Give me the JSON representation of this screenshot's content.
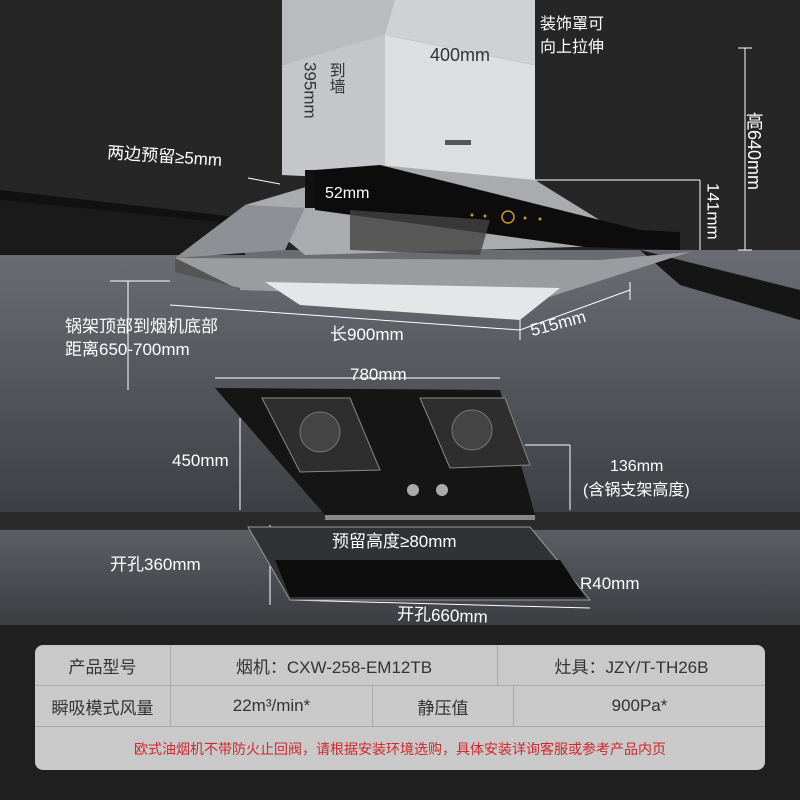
{
  "hood": {
    "chimney_width": "400mm",
    "to_wall_line1": "到墙",
    "to_wall_line2": "395mm",
    "extendable_line1": "装饰罩可",
    "extendable_line2": "向上拉伸",
    "side_clearance": "两边预留≥5mm",
    "panel_thickness": "52mm",
    "height_total": "高640mm",
    "body_height": "141mm",
    "length": "长900mm",
    "depth": "515mm",
    "distance_line1": "锅架顶部到烟机底部",
    "distance_line2": "距离650-700mm"
  },
  "stove": {
    "width": "780mm",
    "depth": "450mm",
    "height_line1": "136mm",
    "height_line2": "(含锅支架高度)",
    "reserve_height": "预留高度≥80mm",
    "cutout_depth": "开孔360mm",
    "cutout_width": "开孔660mm",
    "corner_radius": "R40mm"
  },
  "table": {
    "model_label": "产品型号",
    "hood_model": "烟机：CXW-258-EM12TB",
    "stove_model": "灶具：JZY/T-TH26B",
    "airflow_label": "瞬吸模式风量",
    "airflow_value": "22m³/min*",
    "pressure_label": "静压值",
    "pressure_value": "900Pa*",
    "warning": "欧式油烟机不带防火止回阀，请根据安装环境选购，具体安装详询客服或参考产品内页"
  }
}
